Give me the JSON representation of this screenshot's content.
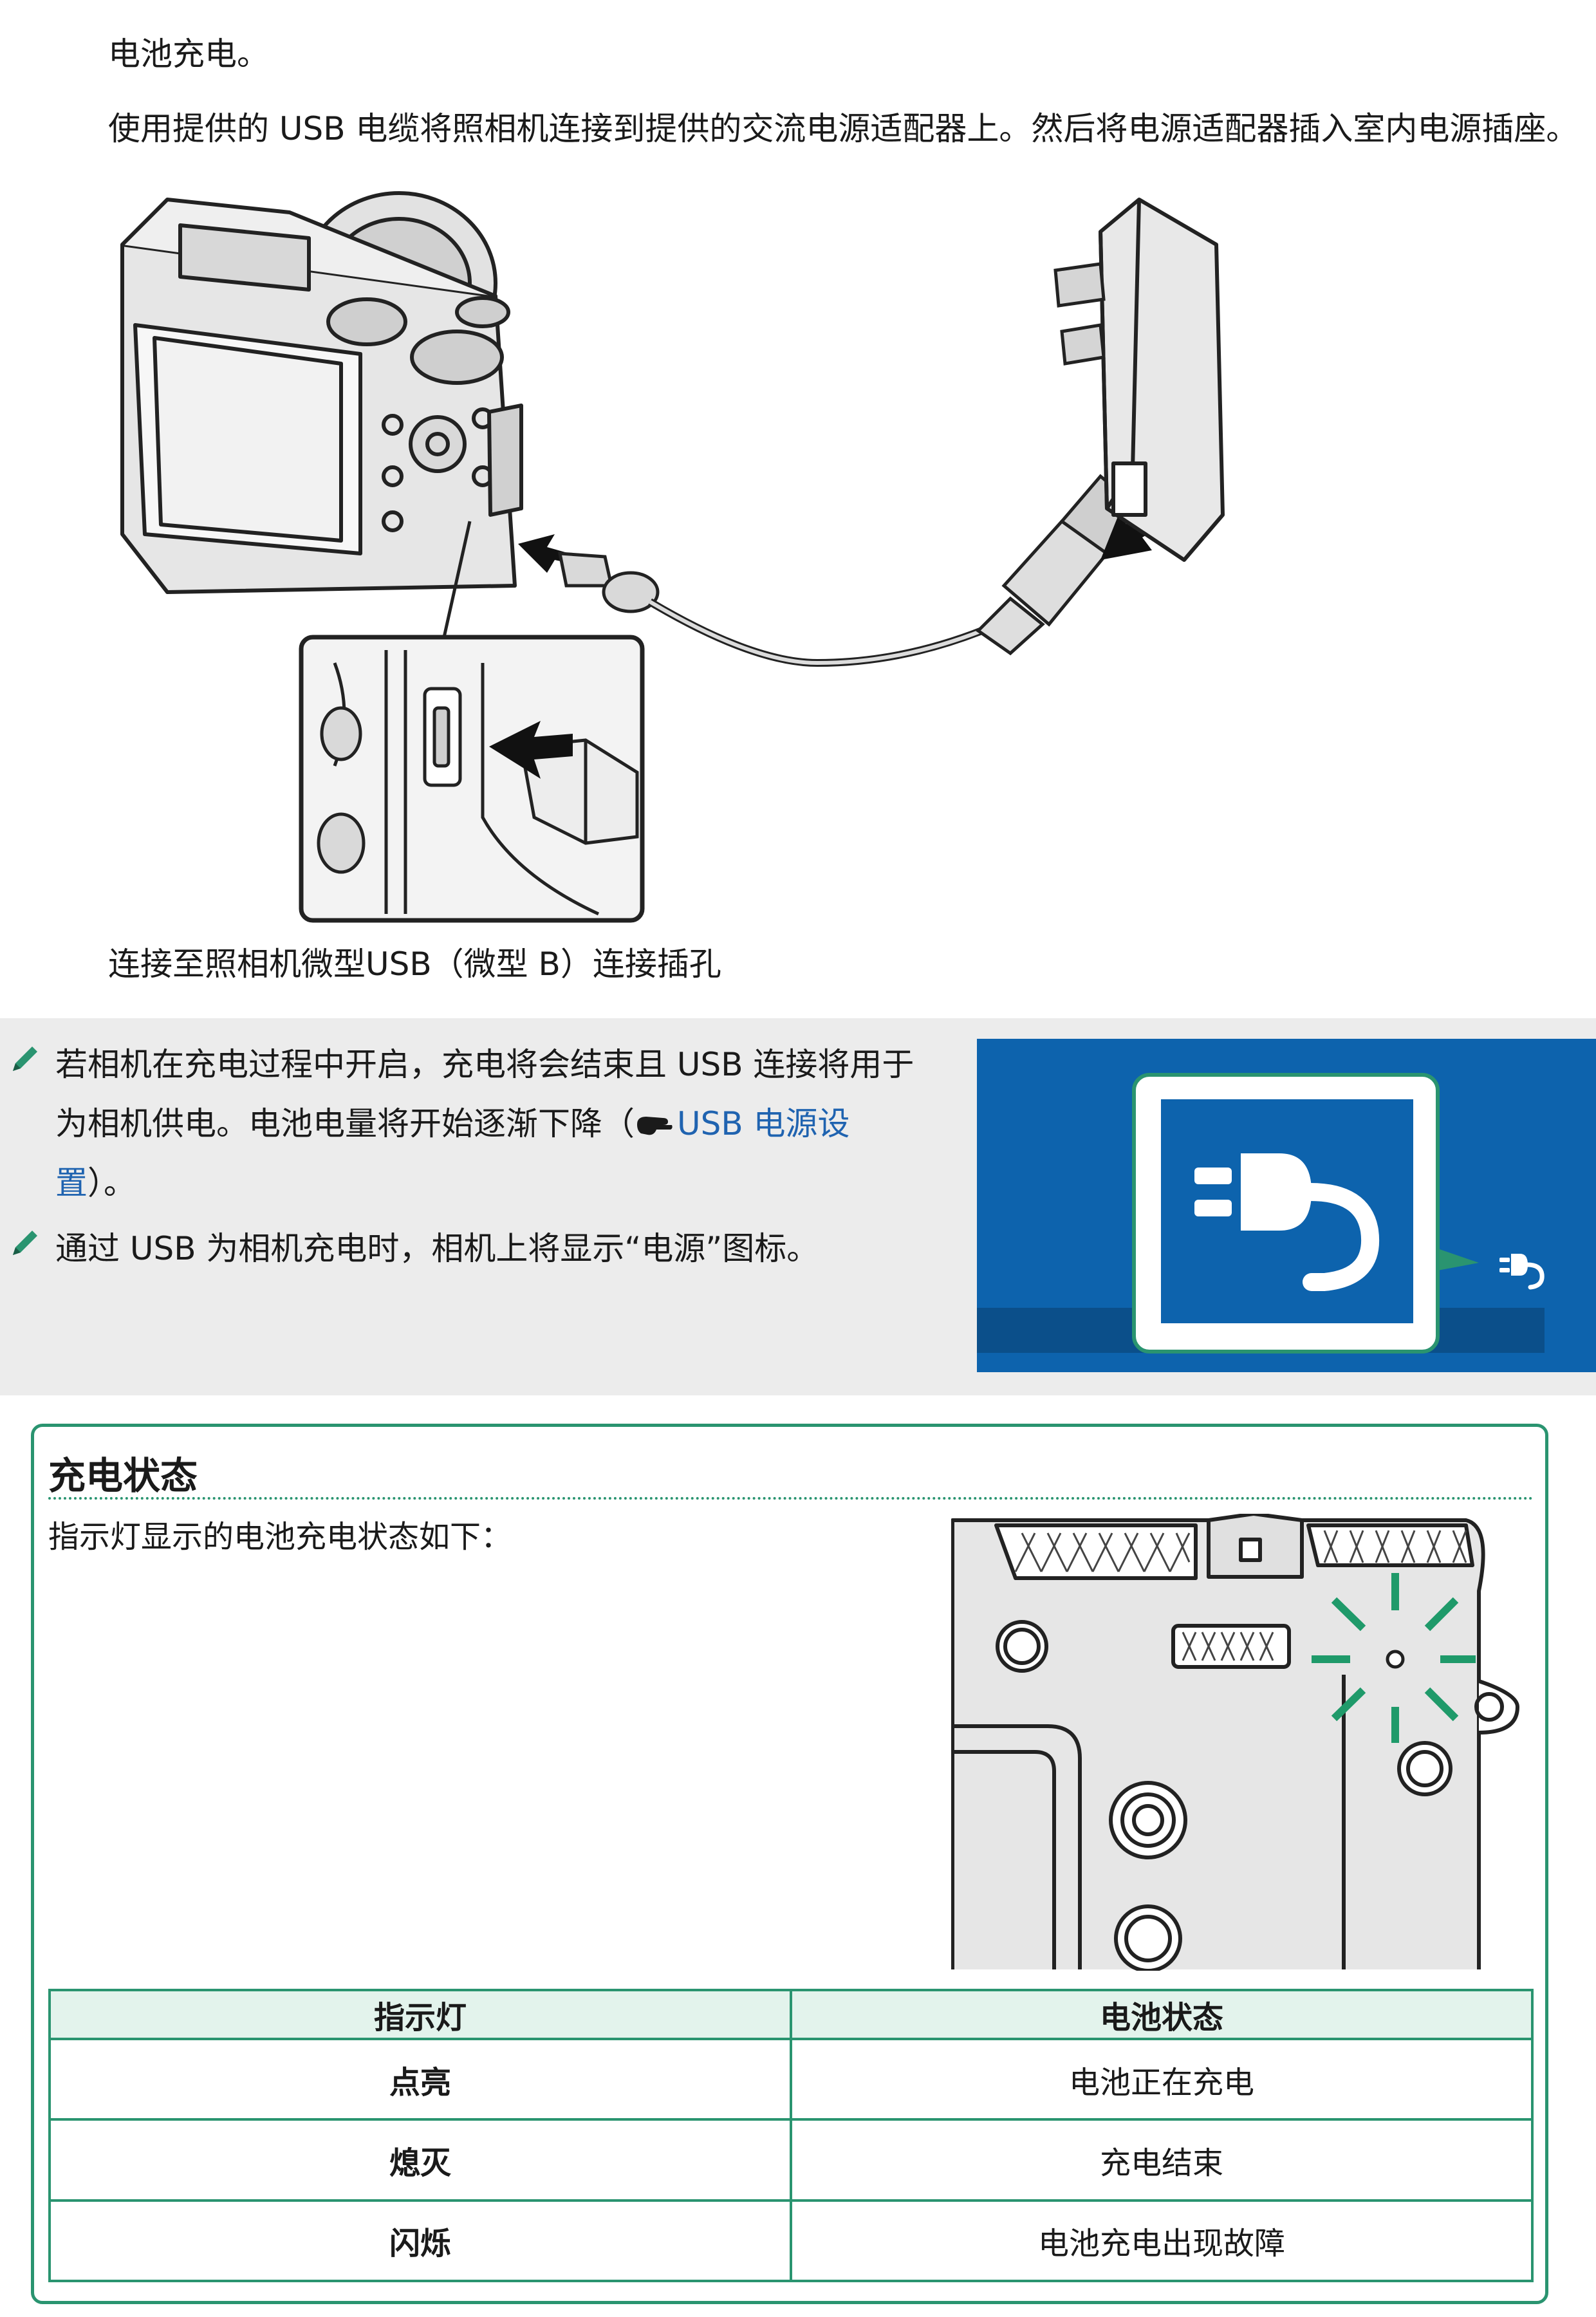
{
  "intro": {
    "heading": "电池充电。",
    "instruction": "使用提供的 USB 电缆将照相机连接到提供的交流电源适配器上。然后将电源适配器插入室内电源插座。"
  },
  "figure1": {
    "caption": "连接至照相机微型USB（微型 B）连接插孔"
  },
  "notes": {
    "note1_line1": "若相机在充电过程中开启，充电将会结束且 USB 连接将用于",
    "note1_line2_prefix": "为相机供电。电池电量将开始逐渐下降（",
    "note1_link_part1": "USB 电源设",
    "note1_link_part2": "置",
    "note1_line3_suffix": "）。",
    "note2": "通过 USB 为相机充电时，相机上将显示“电源”图标。"
  },
  "status": {
    "title": "充电状态",
    "description": "指示灯显示的电池充电状态如下：",
    "table": {
      "headers": [
        "指示灯",
        "电池状态"
      ],
      "rows": [
        [
          "点亮",
          "电池正在充电"
        ],
        [
          "熄灭",
          "充电结束"
        ],
        [
          "闪烁",
          "电池充电出现故障"
        ]
      ]
    }
  },
  "colors": {
    "accent_green": "#2a9470",
    "link_blue": "#1f63b0",
    "screen_blue": "#0d63ad",
    "note_bg": "#ececec"
  },
  "icons": [
    "pencil-icon",
    "hand-pointer-icon",
    "power-plug-icon",
    "camera-illustration",
    "ac-adapter-illustration",
    "indicator-lamp-illustration"
  ]
}
